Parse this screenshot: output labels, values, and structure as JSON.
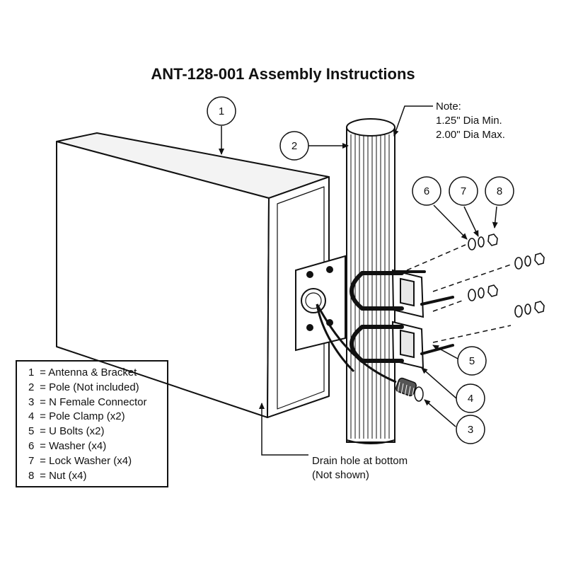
{
  "title": "ANT-128-001 Assembly Instructions",
  "note": {
    "heading": "Note:",
    "min": "1.25\" Dia Min.",
    "max": "2.00\" Dia Max."
  },
  "drain": {
    "line1": "Drain hole at bottom",
    "line2": "(Not shown)"
  },
  "callouts": [
    "1",
    "2",
    "3",
    "4",
    "5",
    "6",
    "7",
    "8"
  ],
  "legend": [
    {
      "num": "1",
      "text": "= Antenna & Bracket"
    },
    {
      "num": "2",
      "text": "= Pole (Not included)"
    },
    {
      "num": "3",
      "text": "= N Female Connector"
    },
    {
      "num": "4",
      "text": "= Pole Clamp (x2)"
    },
    {
      "num": "5",
      "text": "= U Bolts (x2)"
    },
    {
      "num": "6",
      "text": "= Washer (x4)"
    },
    {
      "num": "7",
      "text": "= Lock Washer (x4)"
    },
    {
      "num": "8",
      "text": "= Nut (x4)"
    }
  ]
}
